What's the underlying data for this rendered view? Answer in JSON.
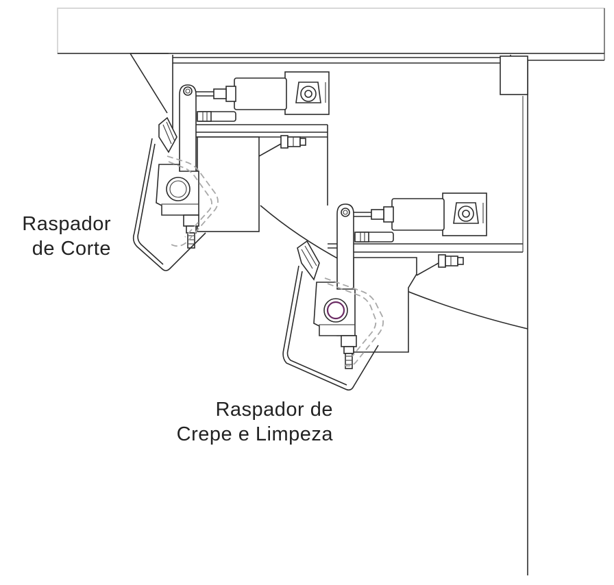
{
  "labels": {
    "corte_line1": "Raspador",
    "corte_line2": "de Corte",
    "crepe_line1": "Raspador de",
    "crepe_line2": "Crepe e Limpeza"
  },
  "colors": {
    "line": "#2b2b2b",
    "dashed_outline": "#a8a8a8",
    "pivot_accent": "#6a2a63",
    "frame_grey": "#cccccc"
  }
}
